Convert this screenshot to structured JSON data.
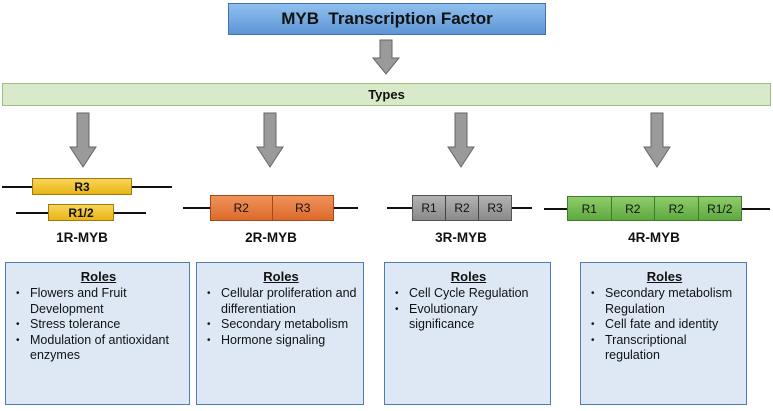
{
  "title": "MYB  Transcription Factor",
  "types_label": "Types",
  "colors": {
    "title_fill": "#7aaee6",
    "types_fill": "#d9eacb",
    "roles_fill": "#dde8f4",
    "arrow_fill": "#9a9a9a",
    "r1_fill": "#f2c230",
    "r2_fill": "#e57a3c",
    "r3_fill": "#a0a0a0",
    "r4_fill": "#77bd52"
  },
  "types": [
    {
      "name": "1R-MYB",
      "genes": [
        [
          "R3"
        ],
        [
          "R1/2"
        ]
      ],
      "roles_title": "Roles",
      "roles": [
        "Flowers and Fruit Development",
        "Stress tolerance",
        "Modulation of antioxidant enzymes"
      ]
    },
    {
      "name": "2R-MYB",
      "genes": [
        [
          "R2",
          "R3"
        ]
      ],
      "roles_title": "Roles",
      "roles": [
        "Cellular proliferation and differentiation",
        "Secondary metabolism",
        "Hormone signaling"
      ]
    },
    {
      "name": "3R-MYB",
      "genes": [
        [
          "R1",
          "R2",
          "R3"
        ]
      ],
      "roles_title": "Roles",
      "roles": [
        "Cell Cycle Regulation",
        "Evolutionary significance"
      ]
    },
    {
      "name": "4R-MYB",
      "genes": [
        [
          "R1",
          "R2",
          "R2",
          "R1/2"
        ]
      ],
      "roles_title": "Roles",
      "roles": [
        "Secondary metabolism Regulation",
        "Cell fate and identity",
        "Transcriptional regulation"
      ]
    }
  ]
}
